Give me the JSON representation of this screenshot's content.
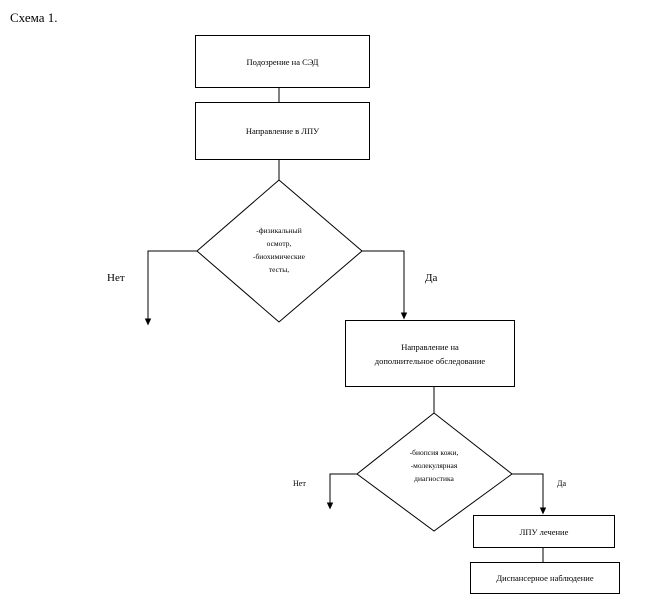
{
  "figure": {
    "caption": "Схема 1."
  },
  "colors": {
    "stroke": "#000000",
    "background": "#ffffff",
    "text": "#000000"
  },
  "nodes": [
    {
      "id": "suspicion",
      "shape": "rectangle",
      "label": "Подозрение на СЭД"
    },
    {
      "id": "referral-lpu",
      "shape": "rectangle",
      "label": "Направление в ЛПУ"
    },
    {
      "id": "decision-exam",
      "shape": "diamond",
      "label": "-физикальный\nосмотр,\n-биохимические\nтесты,"
    },
    {
      "id": "additional-exam",
      "shape": "rectangle",
      "label": "Направление на\nдополнительное обследование"
    },
    {
      "id": "decision-biopsy",
      "shape": "diamond",
      "label": "-биопсия кожи,\n-молекулярная\nдиагностика"
    },
    {
      "id": "lpu-treatment",
      "shape": "rectangle",
      "label": "ЛПУ лечение"
    },
    {
      "id": "dispensary",
      "shape": "rectangle",
      "label": "Диспансерное наблюдение"
    }
  ],
  "edge_labels": {
    "exam_no": "Нет",
    "exam_yes": "Да",
    "biopsy_no": "Нет",
    "biopsy_yes": "Да"
  }
}
